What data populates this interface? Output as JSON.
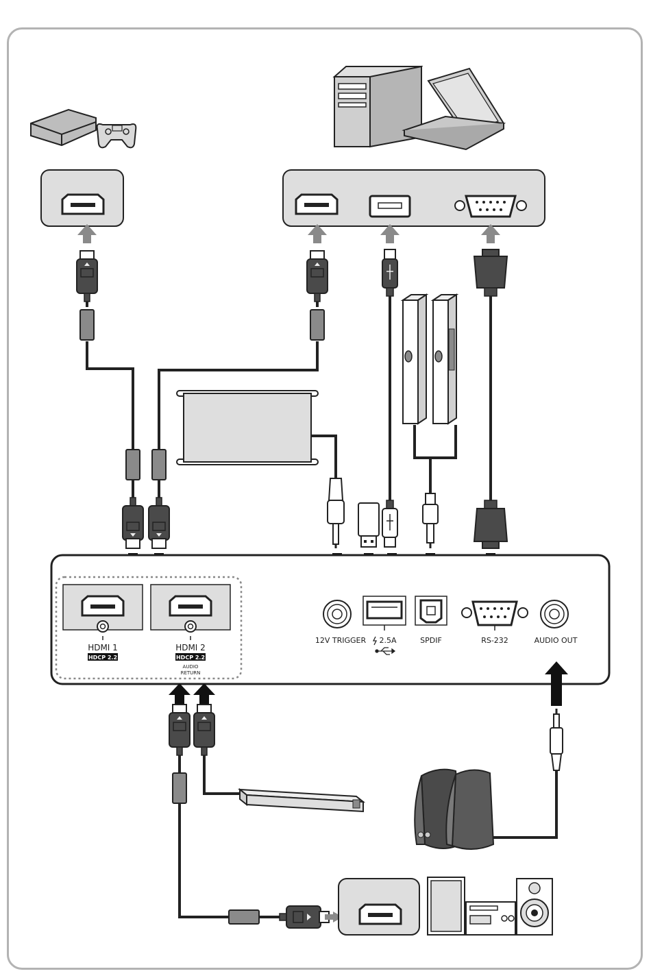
{
  "ports": {
    "hdmi1": "HDMI 1",
    "hdmi2": "HDMI 2",
    "hdcp": "HDCP 2.2",
    "audio_return_1": "AUDIO",
    "audio_return_2": "RETURN",
    "trigger": "12V TRIGGER",
    "usb": "2.5A",
    "spdif": "SPDIF",
    "rs232": "RS-232",
    "audio_out": "AUDIO OUT"
  },
  "colors": {
    "panel": "#dedede",
    "cable": "#3a3a3a",
    "plug": "#4a4a4a",
    "arrow_grey": "#8a8a8a",
    "arrow_black": "#111111"
  }
}
